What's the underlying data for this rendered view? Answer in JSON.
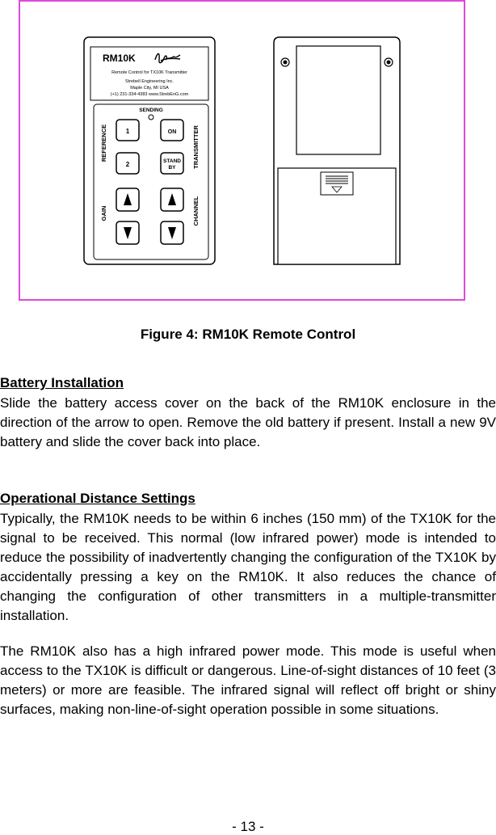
{
  "figure": {
    "front": {
      "model": "RM10K",
      "label_line1": "Remote  Control for TX10K Transmitter",
      "label_line2": "Strebell Engineering Inc.",
      "label_line3": "Maple City, MI USA",
      "label_line4": "(+1) 231-334-4383  www.StrebEnG.com",
      "sending": "SENDING",
      "btn_1": "1",
      "btn_2": "2",
      "btn_on": "ON",
      "btn_stand": "STAND",
      "btn_by": "BY",
      "side_reference": "REFERENCE",
      "side_gain": "GAIN",
      "side_transmitter": "TRANSMITTER",
      "side_channel": "CHANNEL"
    }
  },
  "caption": "Figure 4: RM10K Remote Control",
  "section1": {
    "heading": "Battery Installation",
    "text": "Slide the battery access cover on the back of the RM10K enclosure in the direction of the arrow to open.  Remove the old battery if present.  Install a new 9V battery and slide the cover back into place."
  },
  "section2": {
    "heading": "Operational Distance Settings",
    "para1": "Typically, the RM10K needs to be within 6 inches (150 mm) of the TX10K for the signal to be received.  This normal (low infrared power) mode is intended to reduce the possibility of inadvertently changing the configuration of the TX10K by accidentally pressing a key on the RM10K.  It also reduces the chance of changing the configuration of other transmitters in a multiple-transmitter installation.",
    "para2": "The RM10K also has a high infrared power mode.  This mode is useful when access to the TX10K is difficult or dangerous.  Line-of-sight distances of 10 feet (3 meters) or more are feasible.  The infrared signal will reflect off bright or shiny surfaces, making non-line-of-sight operation possible in some situations."
  },
  "page_number": "- 13 -"
}
